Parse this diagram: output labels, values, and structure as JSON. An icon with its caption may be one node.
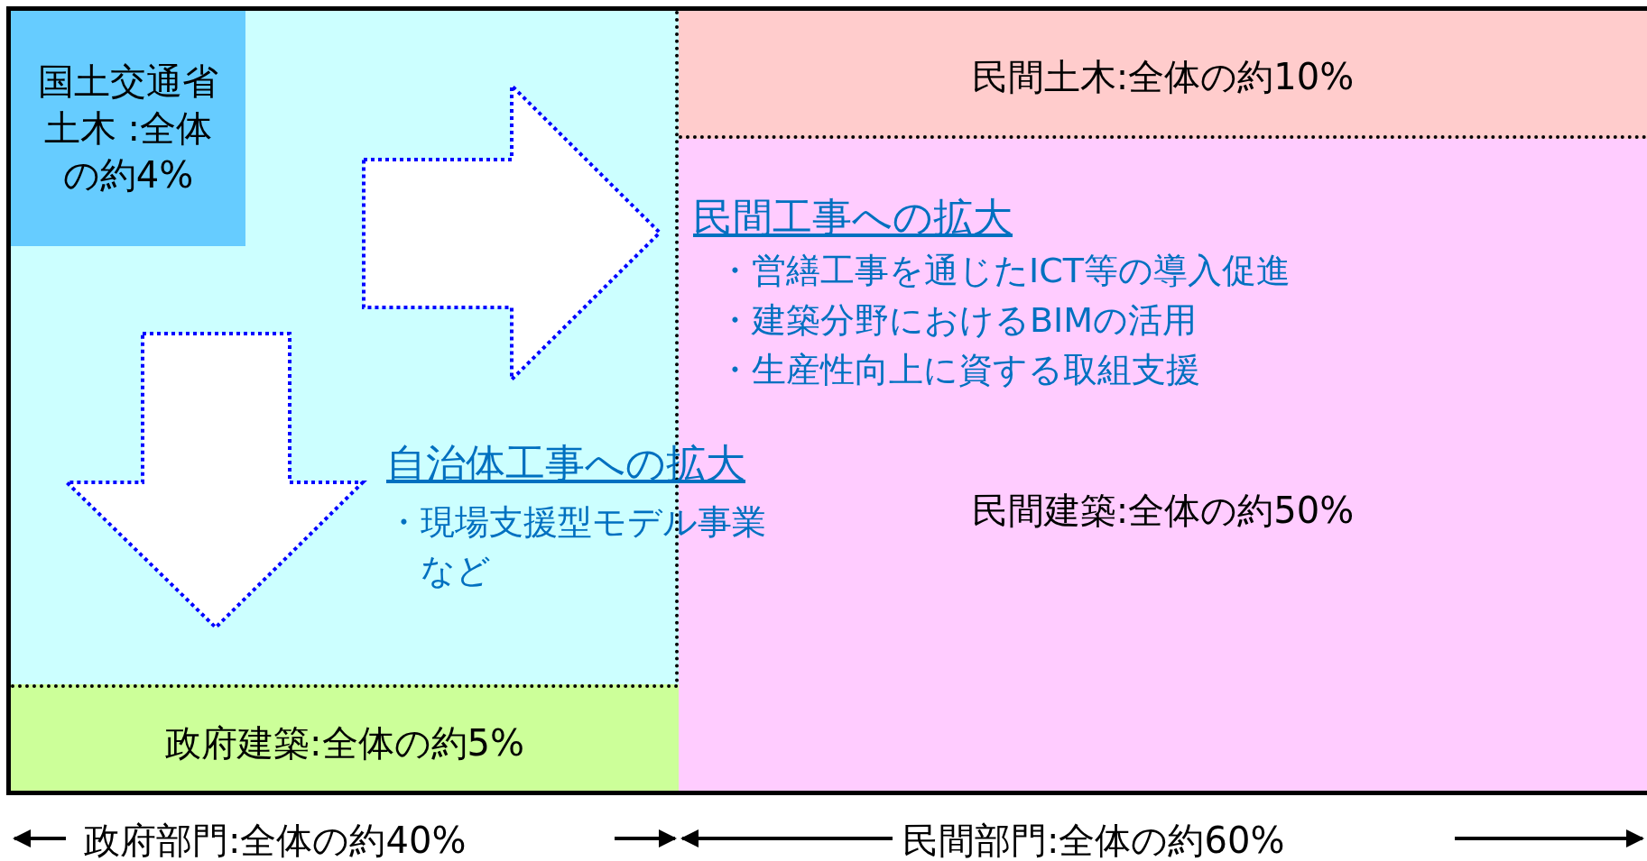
{
  "diagram": {
    "nodes": [
      {
        "text": [],
        "shape": "box"
      },
      {
        "text": [
          "国土交通省土木 :全体の約4%"
        ],
        "in": 0
      },
      {
        "text": [
          "政府建築:全体の約5%"
        ],
        "in": 0
      },
      {
        "text": [
          "民間土木:全体の約10%"
        ]
      },
      {
        "text": [
          "民間建築:全体の約50%"
        ]
      }
    ],
    "edges": [],
    "labels": [
      "民間工事への拡大",
      "・営繕工事を通じたICT等の導入促進",
      "・建築分野におけるBIMの活用",
      "・生産性向上に資する取組支援",
      "自治体工事への拡大",
      "・現場支援型モデル事業など",
      "政府部門:全体の約40%",
      "民間部門:全体の約60%"
    ]
  }
}
